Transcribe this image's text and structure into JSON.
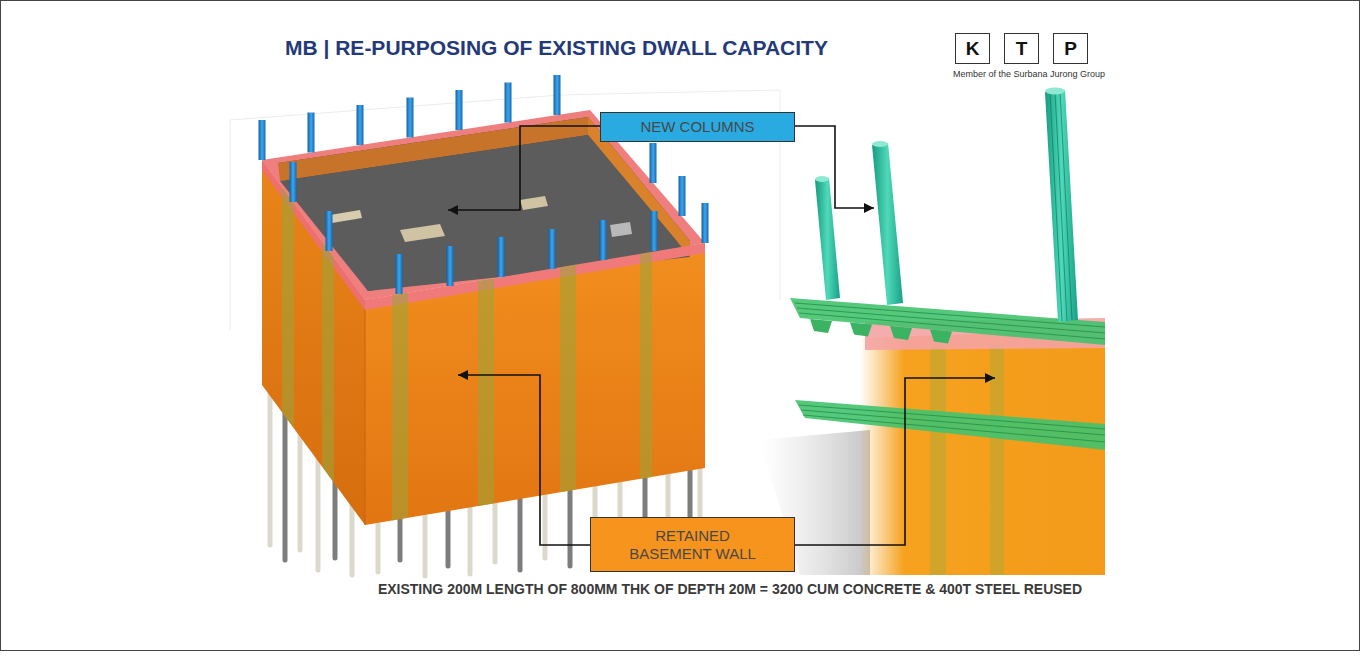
{
  "diagram": {
    "title": "MB | RE-PURPOSING OF EXISTING DWALL CAPACITY",
    "caption": "EXISTING 200M LENGTH OF 800MM THK OF DEPTH 20M = 3200 CUM CONCRETE & 400T STEEL REUSED",
    "nodes": [
      {
        "text": [
          "K"
        ]
      },
      {
        "text": [
          "T"
        ]
      },
      {
        "text": [
          "P"
        ]
      },
      {
        "text": [
          "NEW COLUMNS"
        ]
      },
      {
        "text": [
          "RETAINED BASEMENT WALL"
        ]
      }
    ],
    "labels": [
      "Member of the Surbana Jurong Group"
    ]
  }
}
